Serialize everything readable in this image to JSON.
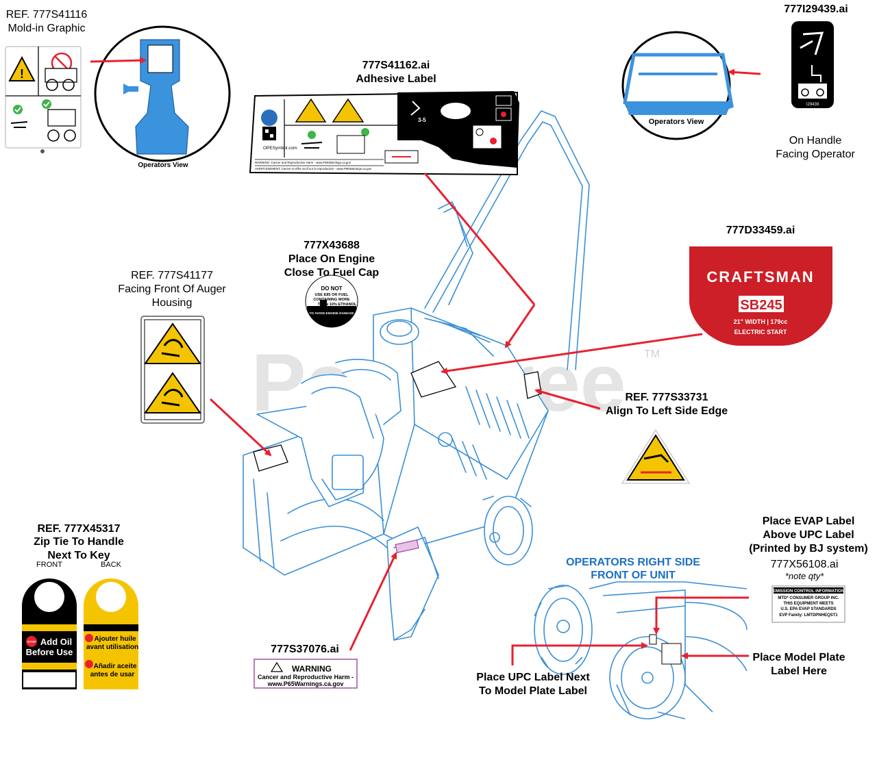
{
  "watermark": {
    "text": "PartsTree",
    "tm": "TM"
  },
  "callouts": {
    "moldin": {
      "ref": "REF. 777S41116",
      "desc": "Mold-in Graphic",
      "view": "Operators View"
    },
    "adhesive": {
      "ref": "777S41162.ai",
      "desc": "Adhesive Label",
      "opesymbol": "OPESymbol.com",
      "speed": "3-5",
      "warn1": "WARNING: Cancer and Reproductive Harm - www.P65Warnings.ca.gov",
      "warn2": "AVERTISSEMENT: Cancer et effet nocif sur la reproduction - www.P65Warnings.ca.gov"
    },
    "handle": {
      "ref": "777I29439.ai",
      "line1": "On Handle",
      "line2": "Facing Operator",
      "view": "Operators View",
      "code": "I29439"
    },
    "engine": {
      "ref": "777X43688",
      "line1": "Place On Engine",
      "line2": "Close To Fuel Cap",
      "l1": "DO NOT",
      "l2": "USE E85 OR FUEL",
      "l3": "CONTAINING MORE",
      "l4": "THAN 10% ETHANOL",
      "l5": "TO AVOID ENGINE DAMAGE"
    },
    "auger": {
      "ref": "REF. 777S41177",
      "line1": "Facing Front Of Auger",
      "line2": "Housing"
    },
    "craftsman": {
      "ref": "777D33459.ai",
      "brand": "CRAFTSMAN",
      "model": "SB245",
      "spec": "21\" WIDTH | 179cc",
      "start": "ELECTRIC START"
    },
    "leftedge": {
      "ref": "REF. 777S33731",
      "desc": "Align To Left Side Edge"
    },
    "ziptie": {
      "ref": "REF. 777X45317",
      "line1": "Zip Tie To Handle",
      "line2": "Next To Key",
      "front": "FRONT",
      "back": "BACK",
      "front_l1": "Add Oil",
      "front_l2": "Before Use",
      "stop": "STOP",
      "back_l1": "Ajouter huile",
      "back_l2": "avant utilisation",
      "back_l3": "Añadir aceite",
      "back_l4": "antes de usar"
    },
    "warning": {
      "ref": "777S37076.ai",
      "title": "WARNING",
      "l1": "Cancer and Reproductive Harm -",
      "l2": "www.P65Warnings.ca.gov"
    },
    "evap": {
      "l1": "Place EVAP Label",
      "l2": "Above UPC Label",
      "l3": "(Printed by BJ system)",
      "ref": "777X56108.ai",
      "note": "*note qty*",
      "e1": "EMISSION CONTROL INFORMATION",
      "e2": "MTD* CONSUMER GROUP INC.",
      "e3": "THIS EQUIPMENT MEETS",
      "e4": "U.S. EPA EVAP STANDARDS",
      "e5": "EVP Family: LMTDPNHEQST1"
    },
    "rightside": {
      "l1": "OPERATORS RIGHT SIDE",
      "l2": "FRONT OF UNIT"
    },
    "upc": {
      "l1": "Place UPC Label Next",
      "l2": "To Model Plate Label"
    },
    "modelplate": {
      "l1": "Place Model Plate",
      "l2": "Label Here"
    }
  },
  "colors": {
    "arrow": "#e8202f",
    "outline": "#3a8fd6",
    "fill": "#3b93de",
    "red_label": "#cc1f27",
    "yellow": "#f5c400"
  }
}
